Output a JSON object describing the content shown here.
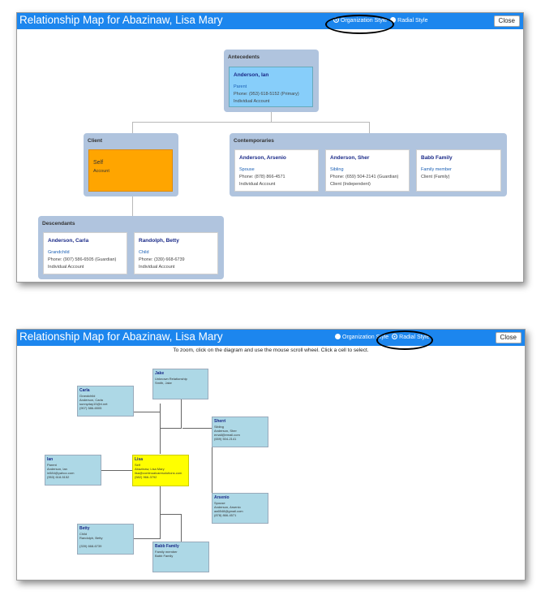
{
  "org": {
    "title": "Relationship Map for Abazinaw, Lisa Mary",
    "radio_org": "Organization Style",
    "radio_radial": "Radial Style",
    "close": "Close",
    "antecedents": {
      "label": "Antecedents",
      "card": {
        "name": "Anderson, Ian",
        "rel": "Parent",
        "line1": "Phone: (953) 618-5152 (Primary)",
        "line2": "Individual Account"
      }
    },
    "client": {
      "label": "Client",
      "card": {
        "name": "Self",
        "rel": "Account"
      }
    },
    "contemporaries": {
      "label": "Contemporaries",
      "cards": [
        {
          "name": "Anderson, Arsenio",
          "rel": "Spouse",
          "line1": "Phone: (878) 866-4571",
          "line2": "Individual Account"
        },
        {
          "name": "Anderson, Sher",
          "rel": "Sibling",
          "line1": "Phone: (659) 504-2141 (Guardian)",
          "line2": "Client (Independent)"
        },
        {
          "name": "Babb Family",
          "rel": "Family member",
          "line1": "Client (Family)",
          "line2": ""
        }
      ]
    },
    "descendants": {
      "label": "Descendants",
      "cards": [
        {
          "name": "Anderson, Carla",
          "rel": "Grandchild",
          "line1": "Phone: (907) 586-6505 (Guardian)",
          "line2": "Individual Account"
        },
        {
          "name": "Randolph, Betty",
          "rel": "Child",
          "line1": "Phone: (339) 668-6739",
          "line2": "Individual Account"
        }
      ]
    }
  },
  "radial": {
    "title": "Relationship Map for Abazinaw, Lisa Mary",
    "radio_org": "Organization Style",
    "radio_radial": "Radial Style",
    "close": "Close",
    "instructions": "To zoom, click on the diagram and use the mouse scroll wheel. Click a cell to select.",
    "nodes": {
      "jake": {
        "name": "Jake",
        "lines": [
          "Unknown Relationship",
          "Smith, Jake"
        ]
      },
      "carla": {
        "name": "Carla",
        "lines": [
          "Grandchild",
          "Anderson, Carla",
          "sunnyday15@ri.net",
          "(907) 586-6505"
        ]
      },
      "sherri": {
        "name": "Sherri",
        "lines": [
          "Sibling",
          "Anderson, Sher",
          "email@email.com",
          "(659) 504-2141"
        ]
      },
      "ian": {
        "name": "Ian",
        "lines": [
          "Parent",
          "Anderson, Ian",
          "in584@yahoo.com",
          "(953) 618-5152"
        ]
      },
      "lisa": {
        "name": "Lisa",
        "lines": [
          "Self",
          "Abazinaw, Lisa Mary",
          "lisa@continualcaresolutions.com",
          "(582) 966-3792"
        ]
      },
      "arsenio": {
        "name": "Arsenio",
        "lines": [
          "Spouse",
          "Anderson, Arsenio",
          "aa6548@gmail.com",
          "(878) 866-4571"
        ]
      },
      "betty": {
        "name": "Betty",
        "lines": [
          "Child",
          "Randolph, Betty",
          "",
          "(339) 668-6739"
        ]
      },
      "babb": {
        "name": "Babb Family",
        "lines": [
          "Family member",
          "Babb Family"
        ]
      }
    }
  }
}
